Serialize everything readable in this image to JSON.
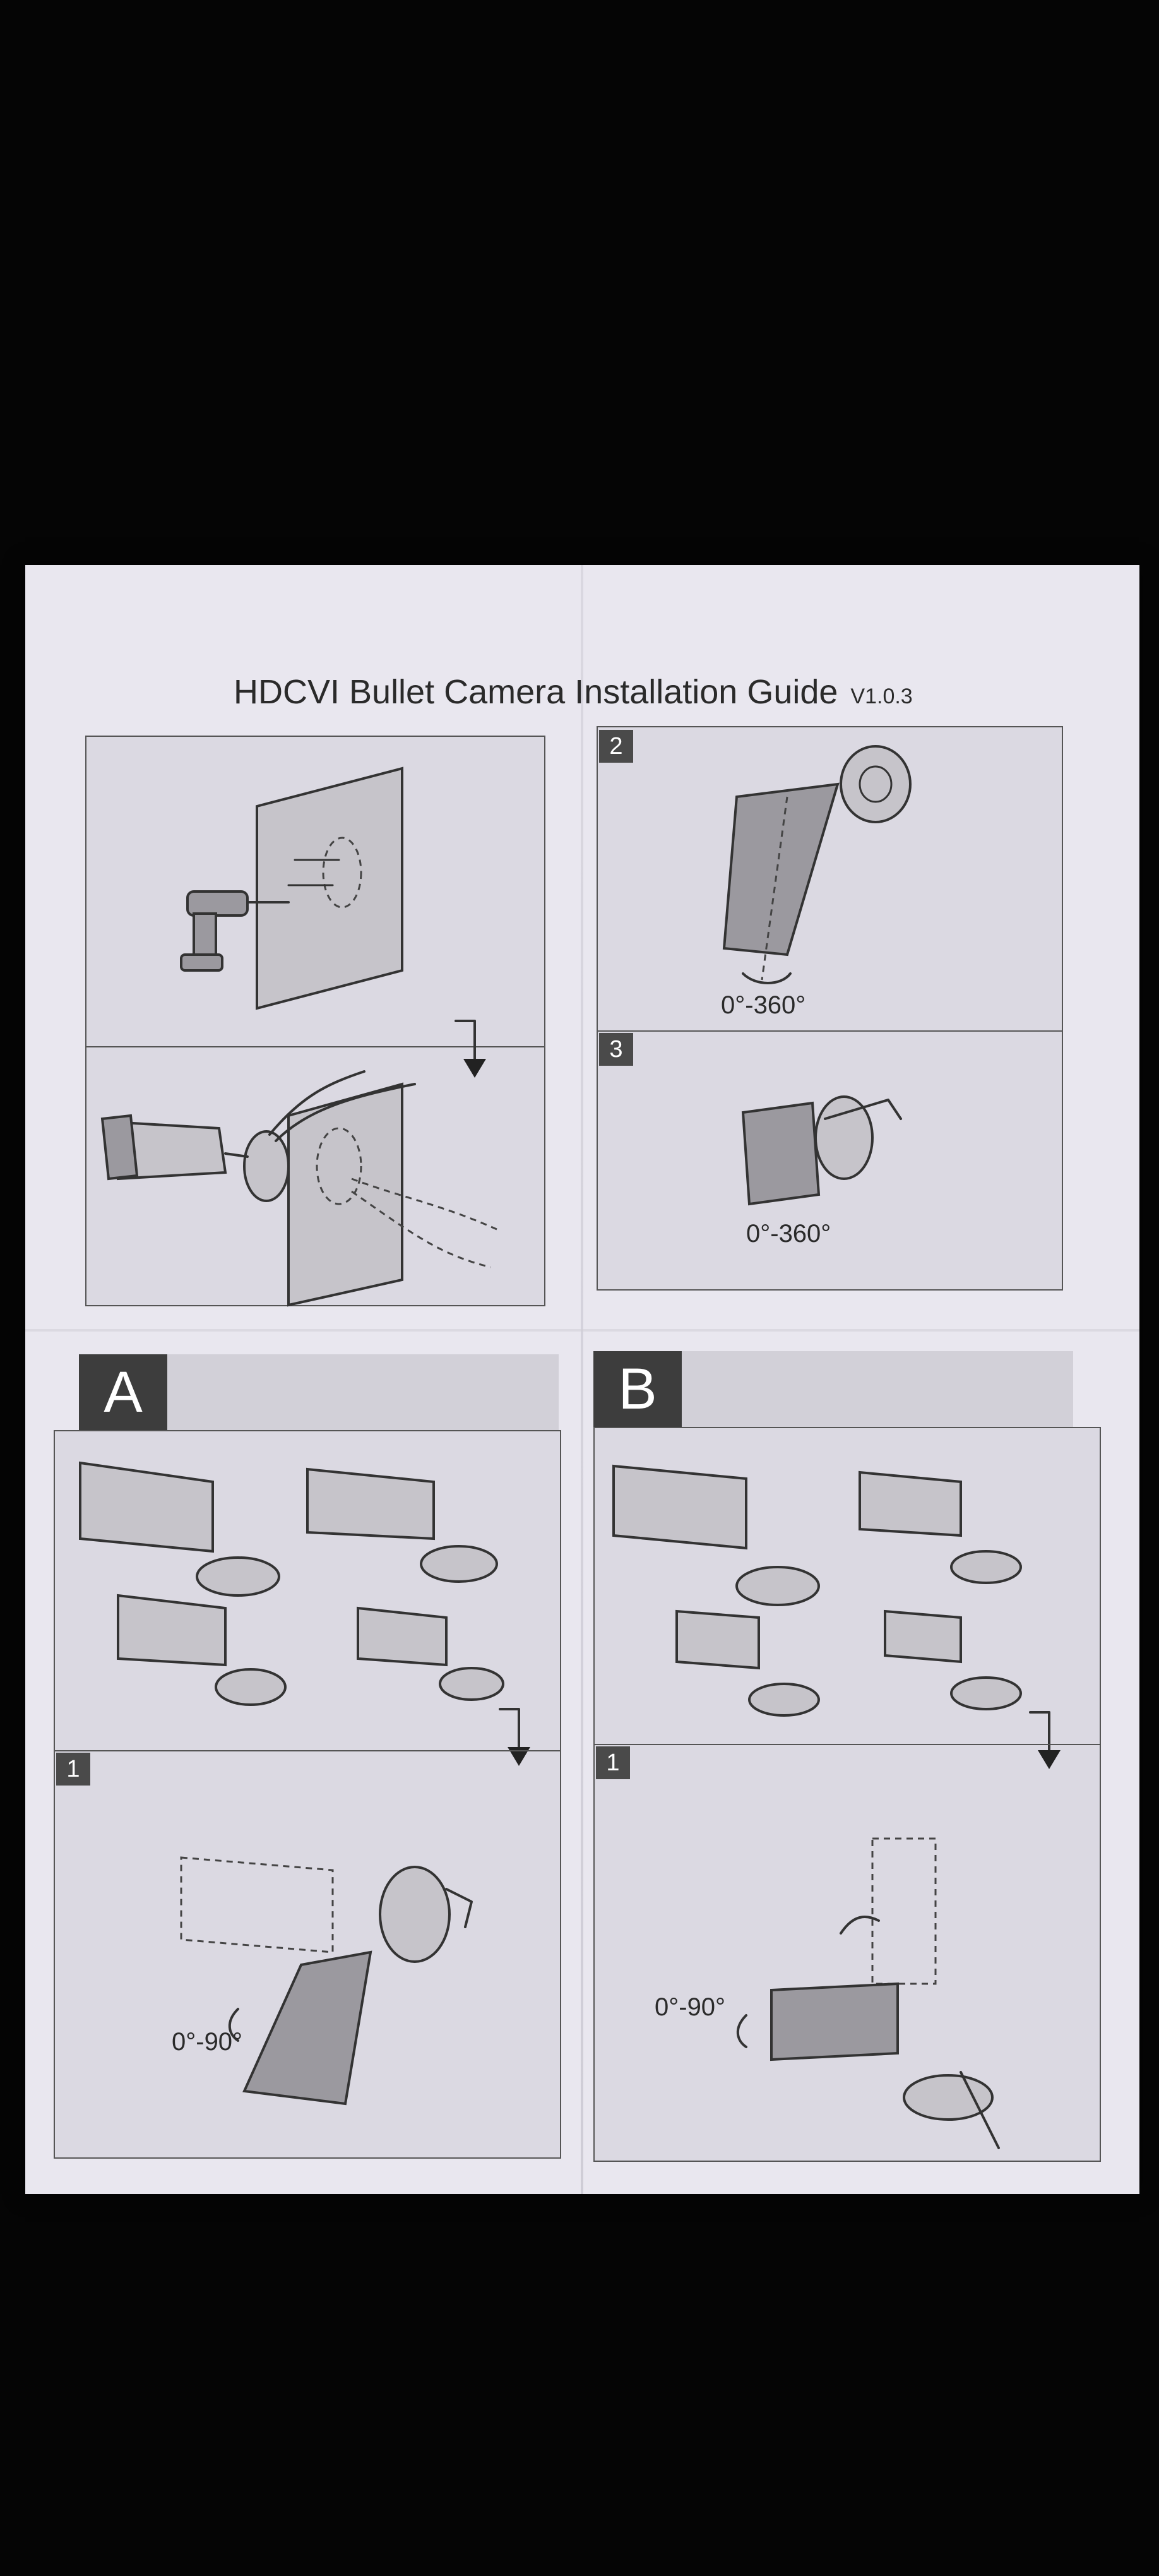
{
  "guide": {
    "title": "HDCVI Bullet Camera Installation Guide",
    "version": "V1.0.3"
  },
  "steps": {
    "step2": {
      "number": "2",
      "rotation": "0°-360°"
    },
    "step3": {
      "number": "3",
      "rotation": "0°-360°"
    }
  },
  "options": {
    "a": {
      "letter": "A",
      "step_number": "1",
      "rotation": "0°-90°"
    },
    "b": {
      "letter": "B",
      "step_number": "1",
      "rotation": "0°-90°"
    }
  },
  "icons": [
    "drill-icon",
    "down-arrow-icon",
    "rotate-arrow-icon",
    "bullet-camera-icon",
    "mounting-bracket-icon",
    "screwdriver-icon",
    "hex-key-icon"
  ],
  "colors": {
    "paper": "#e9e7ef",
    "line": "#333333",
    "step_box": "#4a4a4a",
    "background": "#050505"
  }
}
